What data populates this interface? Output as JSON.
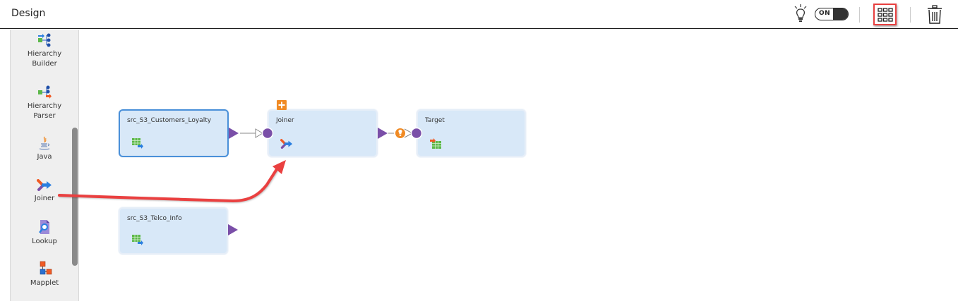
{
  "header": {
    "title": "Design",
    "toggle_label": "ON",
    "icons": {
      "bulb": "lightbulb-icon",
      "grid": "grid-view-icon",
      "trash": "trash-icon"
    }
  },
  "sidebar": {
    "items": [
      {
        "label": "Hierarchy\nBuilder",
        "line1": "Hierarchy",
        "line2": "Builder",
        "icon": "hierarchy-builder-icon"
      },
      {
        "label": "Hierarchy\nParser",
        "line1": "Hierarchy",
        "line2": "Parser",
        "icon": "hierarchy-parser-icon"
      },
      {
        "label": "Java",
        "line1": "Java",
        "icon": "java-icon"
      },
      {
        "label": "Joiner",
        "line1": "Joiner",
        "icon": "joiner-icon"
      },
      {
        "label": "Lookup",
        "line1": "Lookup",
        "icon": "lookup-icon"
      },
      {
        "label": "Mapplet",
        "line1": "Mapplet",
        "icon": "mapplet-icon"
      }
    ]
  },
  "canvas": {
    "nodes": [
      {
        "id": "src1",
        "name": "src_S3_Customers_Loyalty",
        "type": "source",
        "selected": true
      },
      {
        "id": "joiner",
        "name": "Joiner",
        "type": "joiner",
        "badge": "add-icon"
      },
      {
        "id": "target",
        "name": "Target",
        "type": "target"
      },
      {
        "id": "src2",
        "name": "src_S3_Telco_Info",
        "type": "source"
      }
    ],
    "colors": {
      "node_bg": "#d8e8f8",
      "selected_border": "#4a90d9",
      "port": "#7a4fa8",
      "annotation_arrow": "#e84040",
      "badge": "#f08a24"
    }
  }
}
